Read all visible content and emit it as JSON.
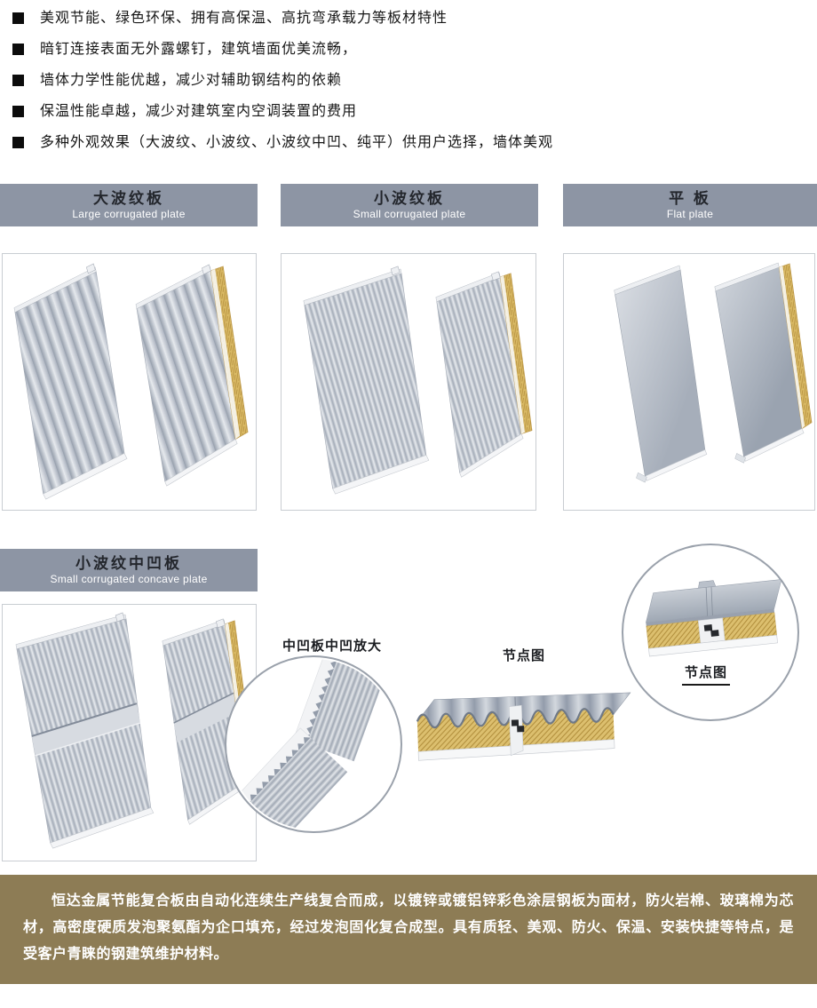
{
  "features": {
    "items": [
      "美观节能、绿色环保、拥有高保温、高抗弯承载力等板材特性",
      "暗钉连接表面无外露螺钉，建筑墙面优美流畅，",
      "墙体力学性能优越，减少对辅助钢结构的依赖",
      "保温性能卓越，减少对建筑室内空调装置的费用",
      "多种外观效果（大波纹、小波纹、小波纹中凹、纯平）供用户选择，墙体美观"
    ]
  },
  "sections": {
    "large": {
      "title": "大波纹板",
      "subtitle": "Large corrugated plate"
    },
    "small": {
      "title": "小波纹板",
      "subtitle": "Small corrugated plate"
    },
    "flat": {
      "title": "平 板",
      "subtitle": "Flat plate"
    },
    "concave": {
      "title": "小波纹中凹板",
      "subtitle": "Small corrugated concave plate"
    }
  },
  "labels": {
    "concave_zoom": "中凹板中凹放大",
    "node_diagram_mid": "节点图",
    "node_diagram_circle": "节点图"
  },
  "footer": {
    "text": "恒达金属节能复合板由自动化连续生产线复合而成，以镀锌或镀铝锌彩色涂层钢板为面材，防火岩棉、玻璃棉为芯材，高密度硬质发泡聚氨酯为企口填充，经过发泡固化复合成型。具有质轻、美观、防火、保温、安装快捷等特点，是受客户青睐的钢建筑维护材料。"
  },
  "colors": {
    "header_bar": "#8d95a4",
    "footer_bar": "#8d7c55",
    "core_yellow": "#d9b964",
    "panel_gray": "#a9b0bc",
    "text_dark": "#17191c"
  }
}
